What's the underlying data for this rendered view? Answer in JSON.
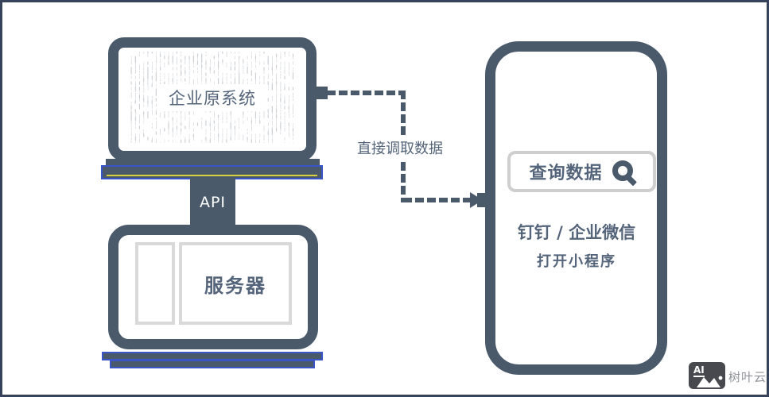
{
  "diagram": {
    "monitor": {
      "label": "企业原系统"
    },
    "api_connector": {
      "label": "API"
    },
    "server_device": {
      "label": "服务器"
    },
    "flow_arrow": {
      "label": "直接调取数据"
    },
    "phone": {
      "search_box": {
        "text": "查询数据",
        "icon": "magnifier-icon"
      },
      "caption_line1": "钉钉 / 企业微信",
      "caption_line2": "打开小程序"
    },
    "watermark": {
      "logo": "AI",
      "brand": "树叶云"
    }
  },
  "colors": {
    "outline_slate": "#4a5a6b",
    "text_slate": "#54647a",
    "canvas_border": "#36435a",
    "accent_blue": "#3a55c8",
    "accent_yellow": "#d8d23e",
    "panel_gray": "#d9d9d9",
    "watermark_gray": "#8f9398",
    "watermark_icon_bg": "#47494e"
  }
}
